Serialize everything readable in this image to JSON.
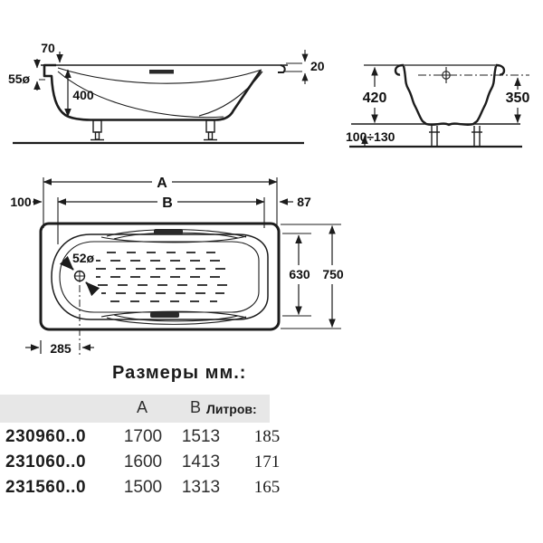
{
  "page": {
    "background": "#ffffff",
    "line_color": "#1c1c1c",
    "header_band_color": "#e7e7e7"
  },
  "diagram": {
    "side_view": {
      "rim_width": "70",
      "overflow_diameter": "55ø",
      "depth": "400",
      "rim_edge": "20"
    },
    "end_view": {
      "overall_height": "420",
      "shell_height": "350",
      "feet_range": "100÷130"
    },
    "plan_view": {
      "length_label": "A",
      "inner_length_label": "B",
      "left_offset": "100",
      "right_offset": "87",
      "drain_diameter": "52ø",
      "inner_width": "630",
      "overall_width": "750",
      "drain_offset": "285"
    }
  },
  "table": {
    "title": "Размеры мм.:",
    "headers": {
      "a": "A",
      "b": "B",
      "liters": "Литров:"
    },
    "rows": [
      {
        "article": "230960..0",
        "a": "1700",
        "b": "1513",
        "liters": "185"
      },
      {
        "article": "231060..0",
        "a": "1600",
        "b": "1413",
        "liters": "171"
      },
      {
        "article": "231560..0",
        "a": "1500",
        "b": "1313",
        "liters": "165"
      }
    ]
  }
}
